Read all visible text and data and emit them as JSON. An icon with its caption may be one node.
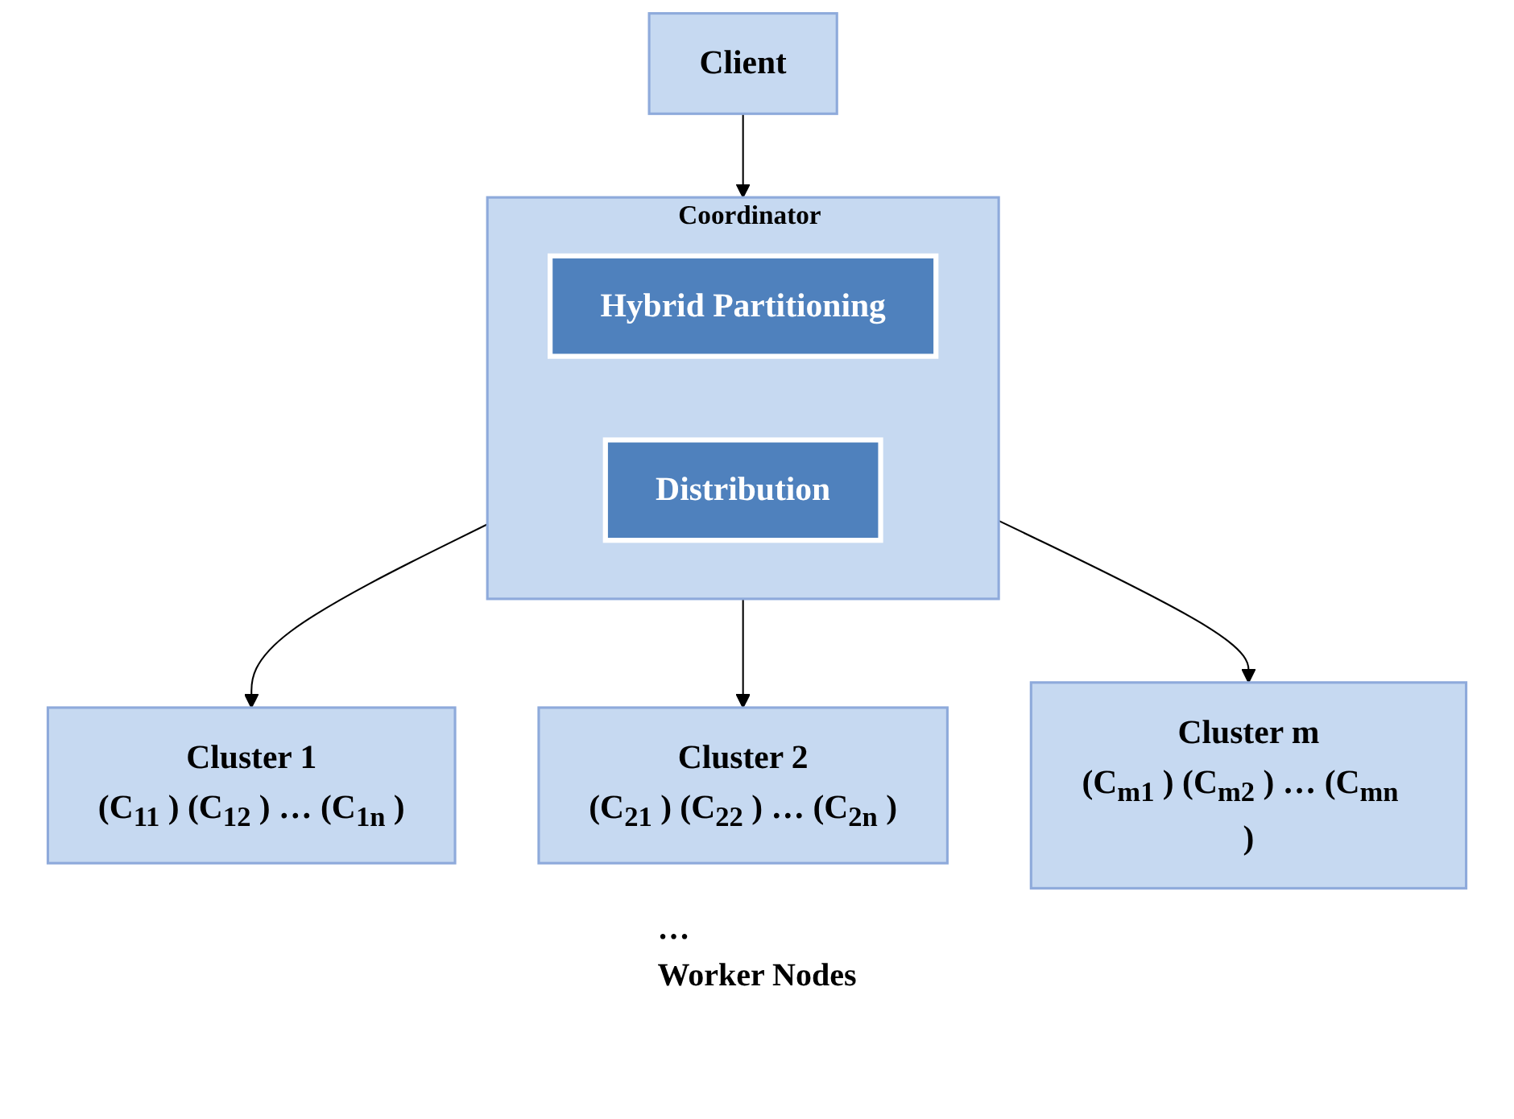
{
  "diagram": {
    "nodes": [
      {
        "text": [
          "Client"
        ]
      },
      {
        "text": [
          "Coordinator"
        ]
      },
      {
        "text": [
          "Hybrid Partitioning"
        ],
        "in": 1
      },
      {
        "text": [
          "Distribution"
        ],
        "in": 1
      },
      {
        "text": [
          "Cluster 1",
          "(C$_{11}$ ) (C$_{12}$ ) … (C$_{1n}$  )"
        ]
      },
      {
        "text": [
          "Cluster 2",
          "(C$_{21}$ ) (C$_{22}$ ) … (C$_{2n}$  )"
        ]
      },
      {
        "text": [
          "Cluster m",
          "(C$_{m1}$ ) (C$_{m2}$ ) … (C$_{mn}$  )"
        ]
      }
    ],
    "edges": [
      {
        "from": 0,
        "to": 1,
        "arrow": "to"
      },
      {
        "from": 1,
        "to": 4,
        "arrow": "to"
      },
      {
        "from": 1,
        "to": 5,
        "arrow": "to"
      },
      {
        "from": 1,
        "to": 6,
        "arrow": "to"
      }
    ],
    "labels": [
      "…",
      "Worker Nodes"
    ]
  }
}
